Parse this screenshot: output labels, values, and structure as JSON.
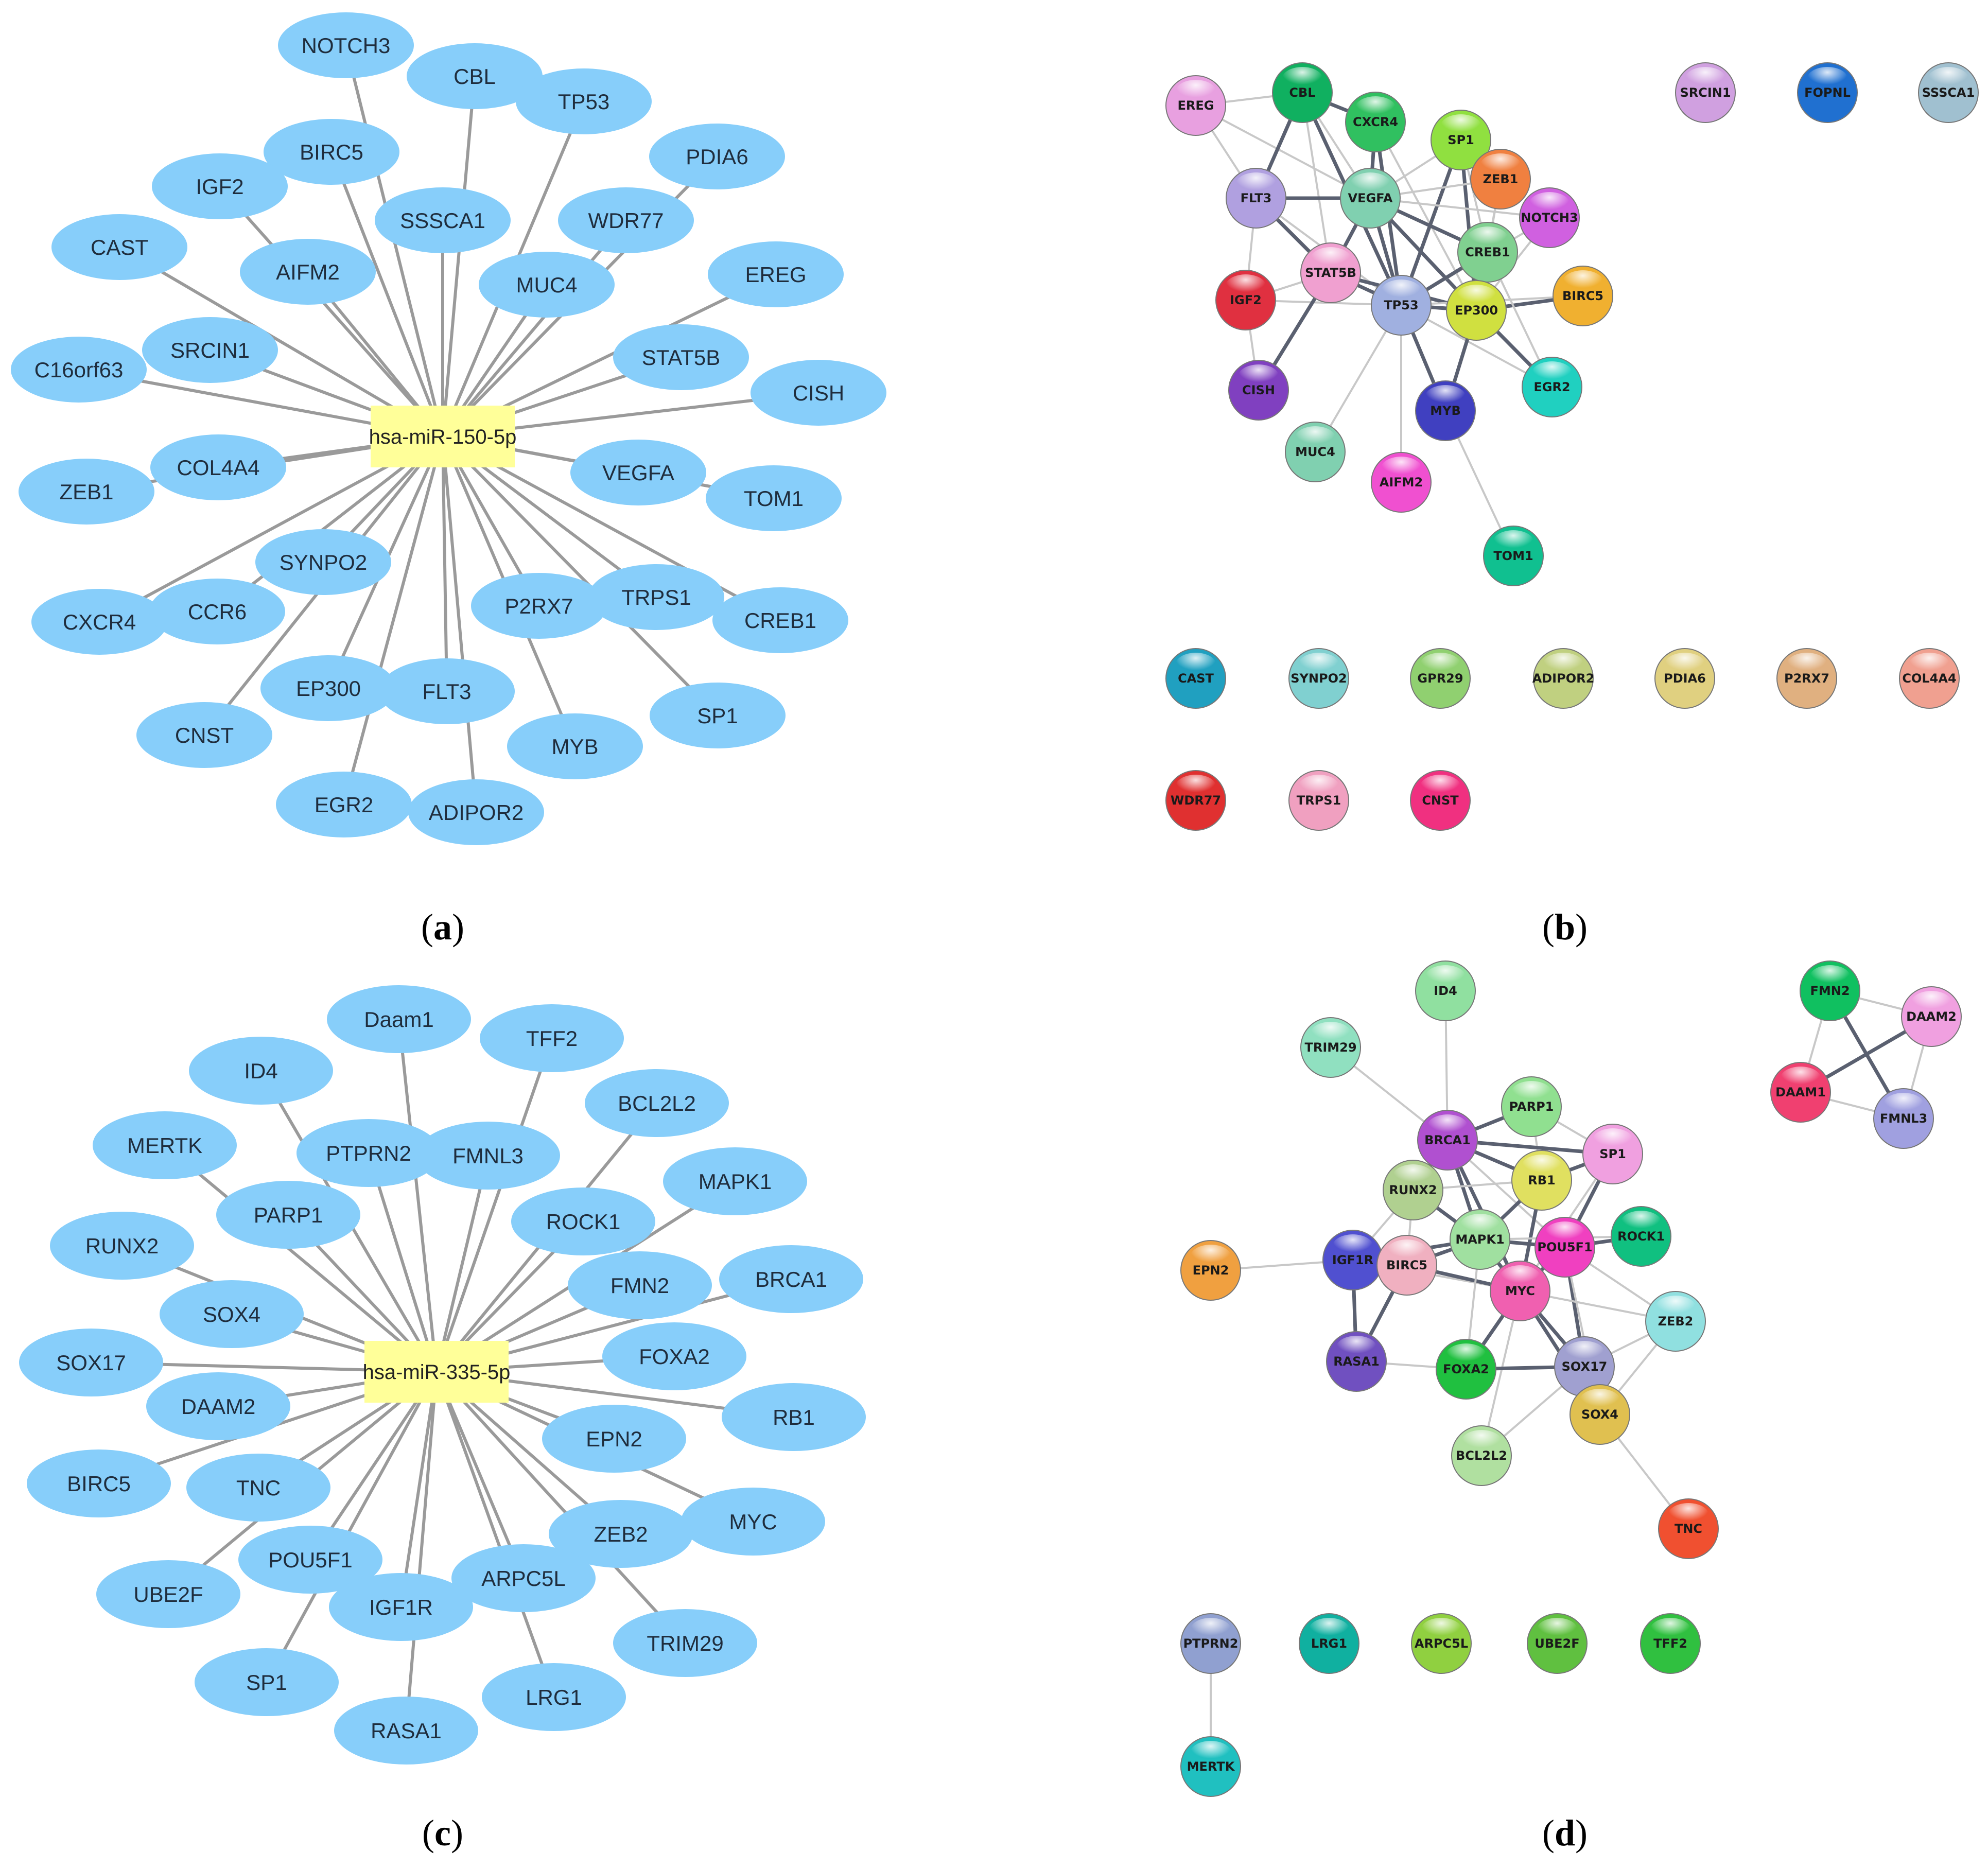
{
  "colors": {
    "ellipse": "#87cefa",
    "hub": "#ffff99",
    "edge": "#9a9a9a",
    "string_edge_light": "#c8c8c8",
    "string_edge_dark": "#5a6070"
  },
  "panels": {
    "a": {
      "caption": "a",
      "hub": "hsa-miR-150-5p",
      "nodes": [
        "NOTCH3",
        "CBL",
        "TP53",
        "BIRC5",
        "PDIA6",
        "IGF2",
        "SSSCA1",
        "WDR77",
        "CAST",
        "AIFM2",
        "MUC4",
        "EREG",
        "SRCIN1",
        "C16orf63",
        "STAT5B",
        "CISH",
        "COL4A4",
        "ZEB1",
        "VEGFA",
        "TOM1",
        "SYNPO2",
        "CXCR4",
        "CCR6",
        "P2RX7",
        "TRPS1",
        "CREB1",
        "EP300",
        "FLT3",
        "CNST",
        "MYB",
        "SP1",
        "EGR2",
        "ADIPOR2"
      ]
    },
    "b": {
      "caption": "b",
      "nodes": [
        {
          "label": "EREG",
          "color": "#e8a0e0"
        },
        {
          "label": "CBL",
          "color": "#10b060"
        },
        {
          "label": "CXCR4",
          "color": "#30c060"
        },
        {
          "label": "SP1",
          "color": "#90e040"
        },
        {
          "label": "FLT3",
          "color": "#b0a0e0"
        },
        {
          "label": "VEGFA",
          "color": "#80d0b0"
        },
        {
          "label": "ZEB1",
          "color": "#f08040"
        },
        {
          "label": "NOTCH3",
          "color": "#d060e0"
        },
        {
          "label": "CREB1",
          "color": "#80d090"
        },
        {
          "label": "STAT5B",
          "color": "#f0a0d0"
        },
        {
          "label": "IGF2",
          "color": "#e03040"
        },
        {
          "label": "TP53",
          "color": "#a0b0e0"
        },
        {
          "label": "EP300",
          "color": "#d0e040"
        },
        {
          "label": "BIRC5",
          "color": "#f0b030"
        },
        {
          "label": "CISH",
          "color": "#8040c0"
        },
        {
          "label": "MUC4",
          "color": "#80d0b0"
        },
        {
          "label": "MYB",
          "color": "#4040c0"
        },
        {
          "label": "EGR2",
          "color": "#20d0c0"
        },
        {
          "label": "AIFM2",
          "color": "#f050d0"
        },
        {
          "label": "TOM1",
          "color": "#10c090"
        },
        {
          "label": "SRCIN1",
          "color": "#d0a0e0"
        },
        {
          "label": "FOPNL",
          "color": "#2070d0"
        },
        {
          "label": "SSSCA1",
          "color": "#a0c0d0"
        },
        {
          "label": "CAST",
          "color": "#20a0c0"
        },
        {
          "label": "SYNPO2",
          "color": "#80d0d0"
        },
        {
          "label": "GPR29",
          "color": "#90d070"
        },
        {
          "label": "ADIPOR2",
          "color": "#c0d080"
        },
        {
          "label": "PDIA6",
          "color": "#e0d080"
        },
        {
          "label": "P2RX7",
          "color": "#e0b080"
        },
        {
          "label": "COL4A4",
          "color": "#f0a090"
        },
        {
          "label": "WDR77",
          "color": "#e03030"
        },
        {
          "label": "TRPS1",
          "color": "#f0a0c0"
        },
        {
          "label": "CNST",
          "color": "#f03080"
        }
      ]
    },
    "c": {
      "caption": "c",
      "hub": "hsa-miR-335-5p",
      "nodes": [
        "Daam1",
        "TFF2",
        "ID4",
        "BCL2L2",
        "MERTK",
        "PTPRN2",
        "FMNL3",
        "MAPK1",
        "PARP1",
        "ROCK1",
        "RUNX2",
        "FMN2",
        "BRCA1",
        "SOX4",
        "SOX17",
        "FOXA2",
        "DAAM2",
        "RB1",
        "EPN2",
        "BIRC5",
        "TNC",
        "MYC",
        "ZEB2",
        "UBE2F",
        "POU5F1",
        "ARPC5L",
        "IGF1R",
        "TRIM29",
        "SP1",
        "LRG1",
        "RASA1"
      ]
    },
    "d": {
      "caption": "d",
      "nodes": [
        {
          "label": "ID4",
          "color": "#90e0a0"
        },
        {
          "label": "FMN2",
          "color": "#10c060"
        },
        {
          "label": "DAAM2",
          "color": "#f0a0e0"
        },
        {
          "label": "TRIM29",
          "color": "#90e0c0"
        },
        {
          "label": "DAAM1",
          "color": "#f04070"
        },
        {
          "label": "FMNL3",
          "color": "#a0a0e0"
        },
        {
          "label": "PARP1",
          "color": "#90e090"
        },
        {
          "label": "BRCA1",
          "color": "#b050d0"
        },
        {
          "label": "SP1",
          "color": "#f0a0e0"
        },
        {
          "label": "RB1",
          "color": "#e0e060"
        },
        {
          "label": "RUNX2",
          "color": "#b0d090"
        },
        {
          "label": "EPN2",
          "color": "#f0a040"
        },
        {
          "label": "IGF1R",
          "color": "#5050d0"
        },
        {
          "label": "BIRC5",
          "color": "#f0b0c0"
        },
        {
          "label": "MAPK1",
          "color": "#a0e0a0"
        },
        {
          "label": "POU5F1",
          "color": "#f040c0"
        },
        {
          "label": "ROCK1",
          "color": "#10c080"
        },
        {
          "label": "MYC",
          "color": "#f060b0"
        },
        {
          "label": "ZEB2",
          "color": "#90e0e0"
        },
        {
          "label": "RASA1",
          "color": "#7050c0"
        },
        {
          "label": "FOXA2",
          "color": "#20c040"
        },
        {
          "label": "SOX17",
          "color": "#a0a0d0"
        },
        {
          "label": "SOX4",
          "color": "#e0c050"
        },
        {
          "label": "BCL2L2",
          "color": "#b0e0a0"
        },
        {
          "label": "TNC",
          "color": "#f05030"
        },
        {
          "label": "PTPRN2",
          "color": "#90a0d0"
        },
        {
          "label": "LRG1",
          "color": "#10b0a0"
        },
        {
          "label": "ARPC5L",
          "color": "#90d040"
        },
        {
          "label": "UBE2F",
          "color": "#60c040"
        },
        {
          "label": "TFF2",
          "color": "#30c040"
        },
        {
          "label": "MERTK",
          "color": "#20c0c0"
        }
      ]
    }
  }
}
